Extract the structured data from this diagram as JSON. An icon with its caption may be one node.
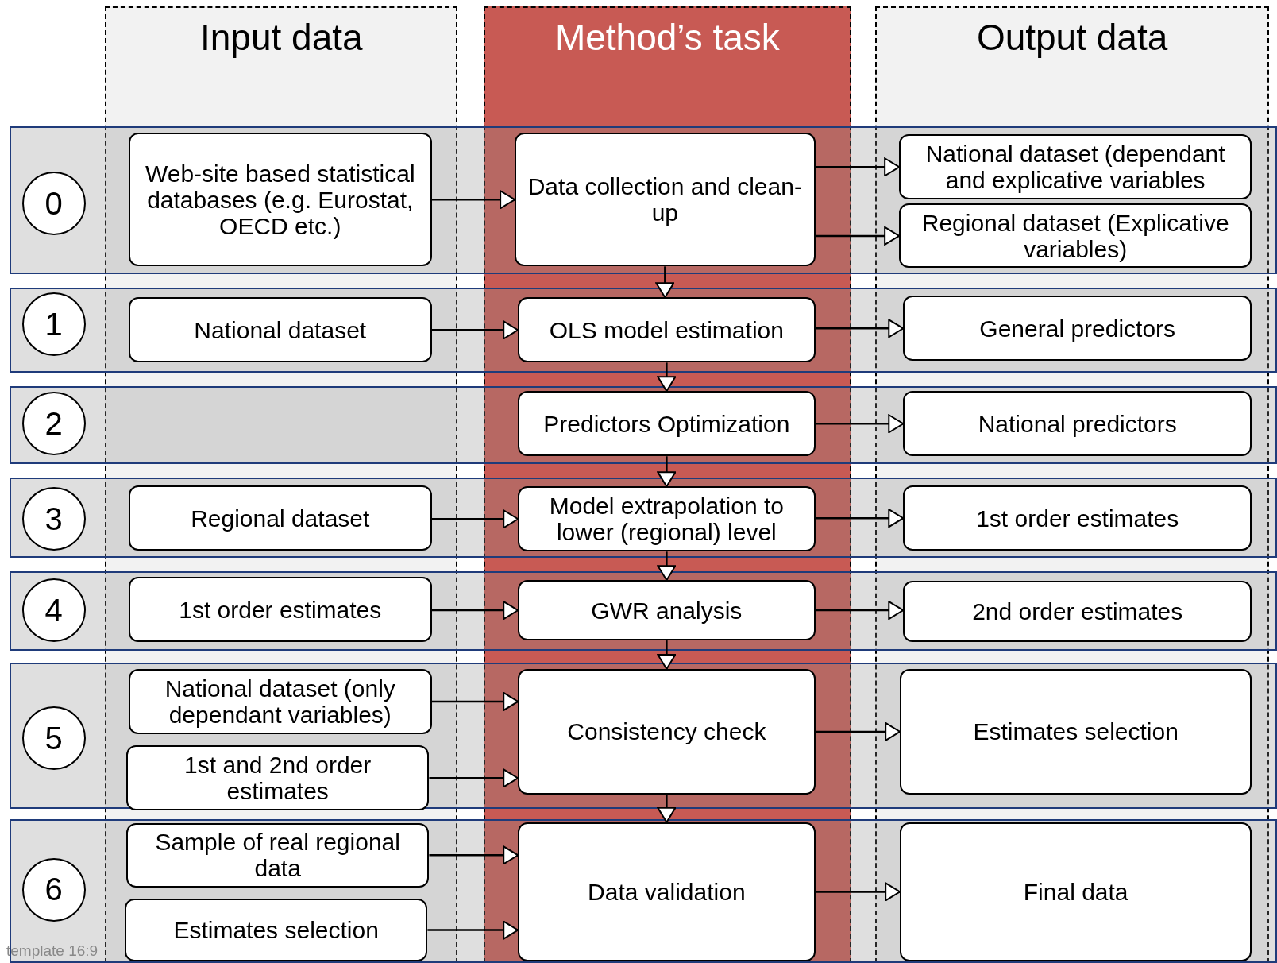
{
  "diagram": {
    "nodes": [
      {
        "text": [
          "Input data"
        ]
      },
      {
        "text": [
          "Method’s task"
        ]
      },
      {
        "text": [
          "Output data"
        ]
      },
      {
        "text": [
          "0"
        ]
      },
      {
        "text": [
          "Web-site based statistical databases (e.g. Eurostat, OECD etc.)"
        ],
        "in": 0
      },
      {
        "text": [
          "Data collection and clean-up"
        ],
        "in": 1
      },
      {
        "text": [
          "National dataset (dependant and explicative variables"
        ],
        "in": 2
      },
      {
        "text": [
          "Regional dataset (Explicative variables)"
        ],
        "in": 2
      },
      {
        "text": [
          "1"
        ]
      },
      {
        "text": [
          "National dataset"
        ],
        "in": 0
      },
      {
        "text": [
          "OLS model estimation"
        ],
        "in": 1
      },
      {
        "text": [
          "General predictors"
        ],
        "in": 2
      },
      {
        "text": [
          "2"
        ]
      },
      {
        "text": [
          "Predictors Optimization"
        ],
        "in": 1
      },
      {
        "text": [
          "National predictors"
        ],
        "in": 2
      },
      {
        "text": [
          "3"
        ]
      },
      {
        "text": [
          "Regional dataset"
        ],
        "in": 0
      },
      {
        "text": [
          "Model extrapolation to lower (regional) level"
        ],
        "in": 1
      },
      {
        "text": [
          "1st order estimates"
        ],
        "in": 2
      },
      {
        "text": [
          "4"
        ]
      },
      {
        "text": [
          "1st order estimates"
        ],
        "in": 0
      },
      {
        "text": [
          "GWR analysis"
        ],
        "in": 1
      },
      {
        "text": [
          "2nd order estimates"
        ],
        "in": 2
      },
      {
        "text": [
          "5"
        ]
      },
      {
        "text": [
          "National dataset (only dependant variables)"
        ],
        "in": 0
      },
      {
        "text": [
          "1st and 2nd order estimates"
        ],
        "in": 0
      },
      {
        "text": [
          "Consistency check"
        ],
        "in": 1
      },
      {
        "text": [
          "Estimates selection"
        ],
        "in": 2
      },
      {
        "text": [
          "6"
        ]
      },
      {
        "text": [
          "Sample of real regional data"
        ],
        "in": 0
      },
      {
        "text": [
          "Estimates selection"
        ],
        "in": 0
      },
      {
        "text": [
          "Data validation"
        ],
        "in": 1
      },
      {
        "text": [
          "Final data"
        ],
        "in": 2
      }
    ],
    "edges": [
      {
        "from": 4,
        "to": 5,
        "arrow": "to"
      },
      {
        "from": 5,
        "to": 6,
        "arrow": "to"
      },
      {
        "from": 5,
        "to": 7,
        "arrow": "to"
      },
      {
        "from": 5,
        "to": 10,
        "arrow": "to"
      },
      {
        "from": 9,
        "to": 10,
        "arrow": "to"
      },
      {
        "from": 10,
        "to": 11,
        "arrow": "to"
      },
      {
        "from": 10,
        "to": 13,
        "arrow": "to"
      },
      {
        "from": 13,
        "to": 14,
        "arrow": "to"
      },
      {
        "from": 13,
        "to": 17,
        "arrow": "to"
      },
      {
        "from": 16,
        "to": 17,
        "arrow": "to"
      },
      {
        "from": 17,
        "to": 18,
        "arrow": "to"
      },
      {
        "from": 17,
        "to": 21,
        "arrow": "to"
      },
      {
        "from": 20,
        "to": 21,
        "arrow": "to"
      },
      {
        "from": 21,
        "to": 22,
        "arrow": "to"
      },
      {
        "from": 21,
        "to": 26,
        "arrow": "to"
      },
      {
        "from": 24,
        "to": 26,
        "arrow": "to"
      },
      {
        "from": 25,
        "to": 26,
        "arrow": "to"
      },
      {
        "from": 26,
        "to": 27,
        "arrow": "to"
      },
      {
        "from": 26,
        "to": 31,
        "arrow": "to"
      },
      {
        "from": 29,
        "to": 31,
        "arrow": "to"
      },
      {
        "from": 30,
        "to": 31,
        "arrow": "to"
      },
      {
        "from": 31,
        "to": 32,
        "arrow": "to"
      }
    ],
    "labels": [
      "template 16:9"
    ]
  }
}
